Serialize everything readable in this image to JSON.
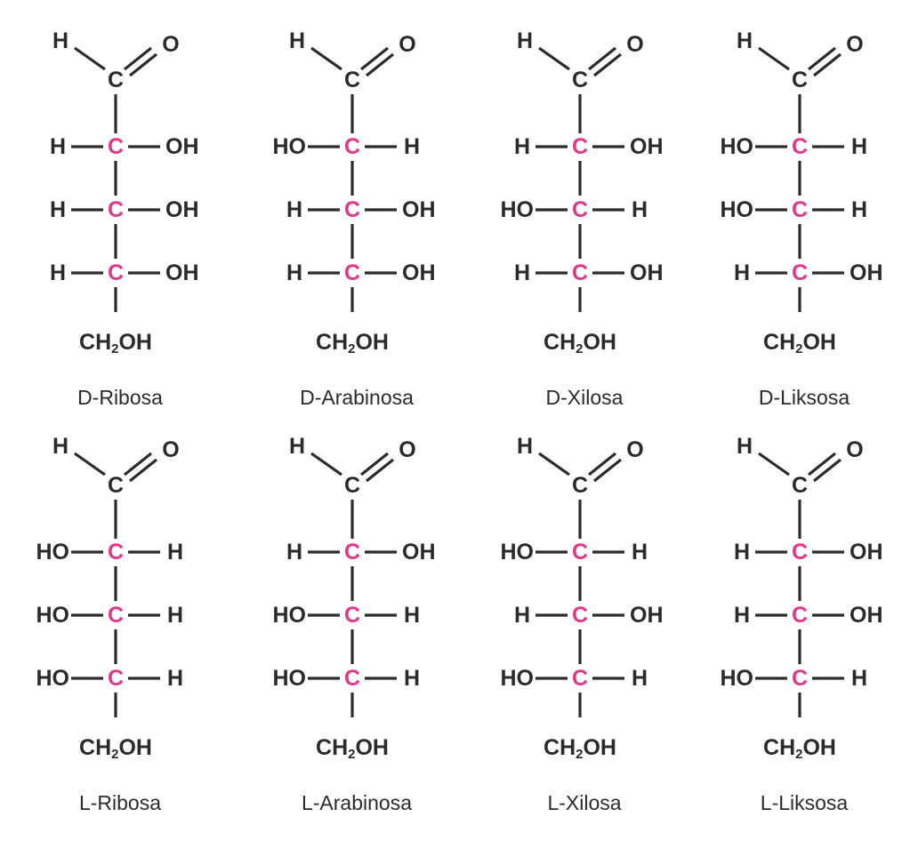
{
  "colors": {
    "ink": "#2b2b2b",
    "chiral_carbon": "#e0388a",
    "background": "#ffffff"
  },
  "atoms": {
    "h": "H",
    "c": "C",
    "o": "O",
    "oh": "OH",
    "ho": "HO",
    "ch2oh_prefix": "CH",
    "ch2oh_sub": "2",
    "ch2oh_suffix": "OH"
  },
  "structures": [
    {
      "name": "D-Ribosa",
      "rows": [
        "R",
        "R",
        "R"
      ]
    },
    {
      "name": "D-Arabinosa",
      "rows": [
        "L",
        "R",
        "R"
      ]
    },
    {
      "name": "D-Xilosa",
      "rows": [
        "R",
        "L",
        "R"
      ]
    },
    {
      "name": "D-Liksosa",
      "rows": [
        "L",
        "L",
        "R"
      ]
    },
    {
      "name": "L-Ribosa",
      "rows": [
        "L",
        "L",
        "L"
      ]
    },
    {
      "name": "L-Arabinosa",
      "rows": [
        "R",
        "L",
        "L"
      ]
    },
    {
      "name": "L-Xilosa",
      "rows": [
        "L",
        "R",
        "L"
      ]
    },
    {
      "name": "L-Liksosa",
      "rows": [
        "R",
        "R",
        "L"
      ]
    }
  ]
}
